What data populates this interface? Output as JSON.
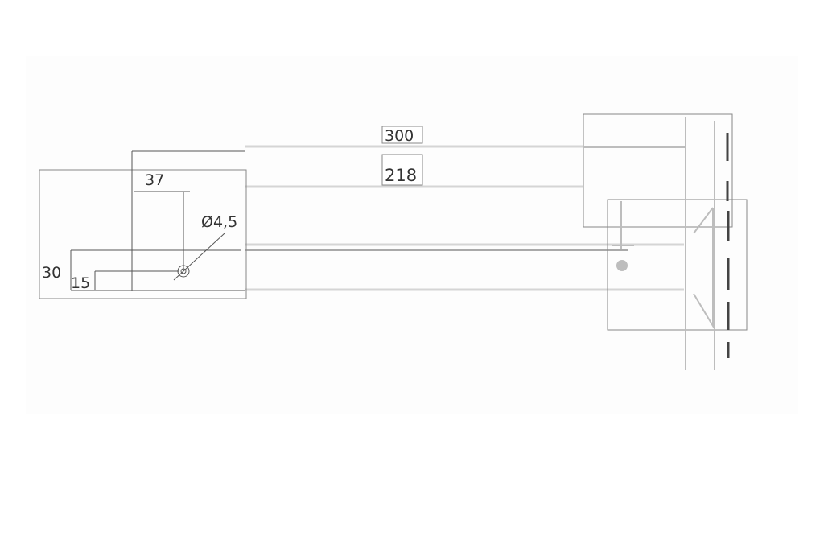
{
  "dimensions": {
    "overall_length": "300",
    "inner_length": "218",
    "hole_offset_x": "37",
    "height": "30",
    "hole_offset_y": "15",
    "hole_diameter": "Ø4,5"
  },
  "colors": {
    "line": "#555555",
    "faint": "#d8d8d8",
    "part": "#bdbdbd",
    "dark": "#444444"
  }
}
